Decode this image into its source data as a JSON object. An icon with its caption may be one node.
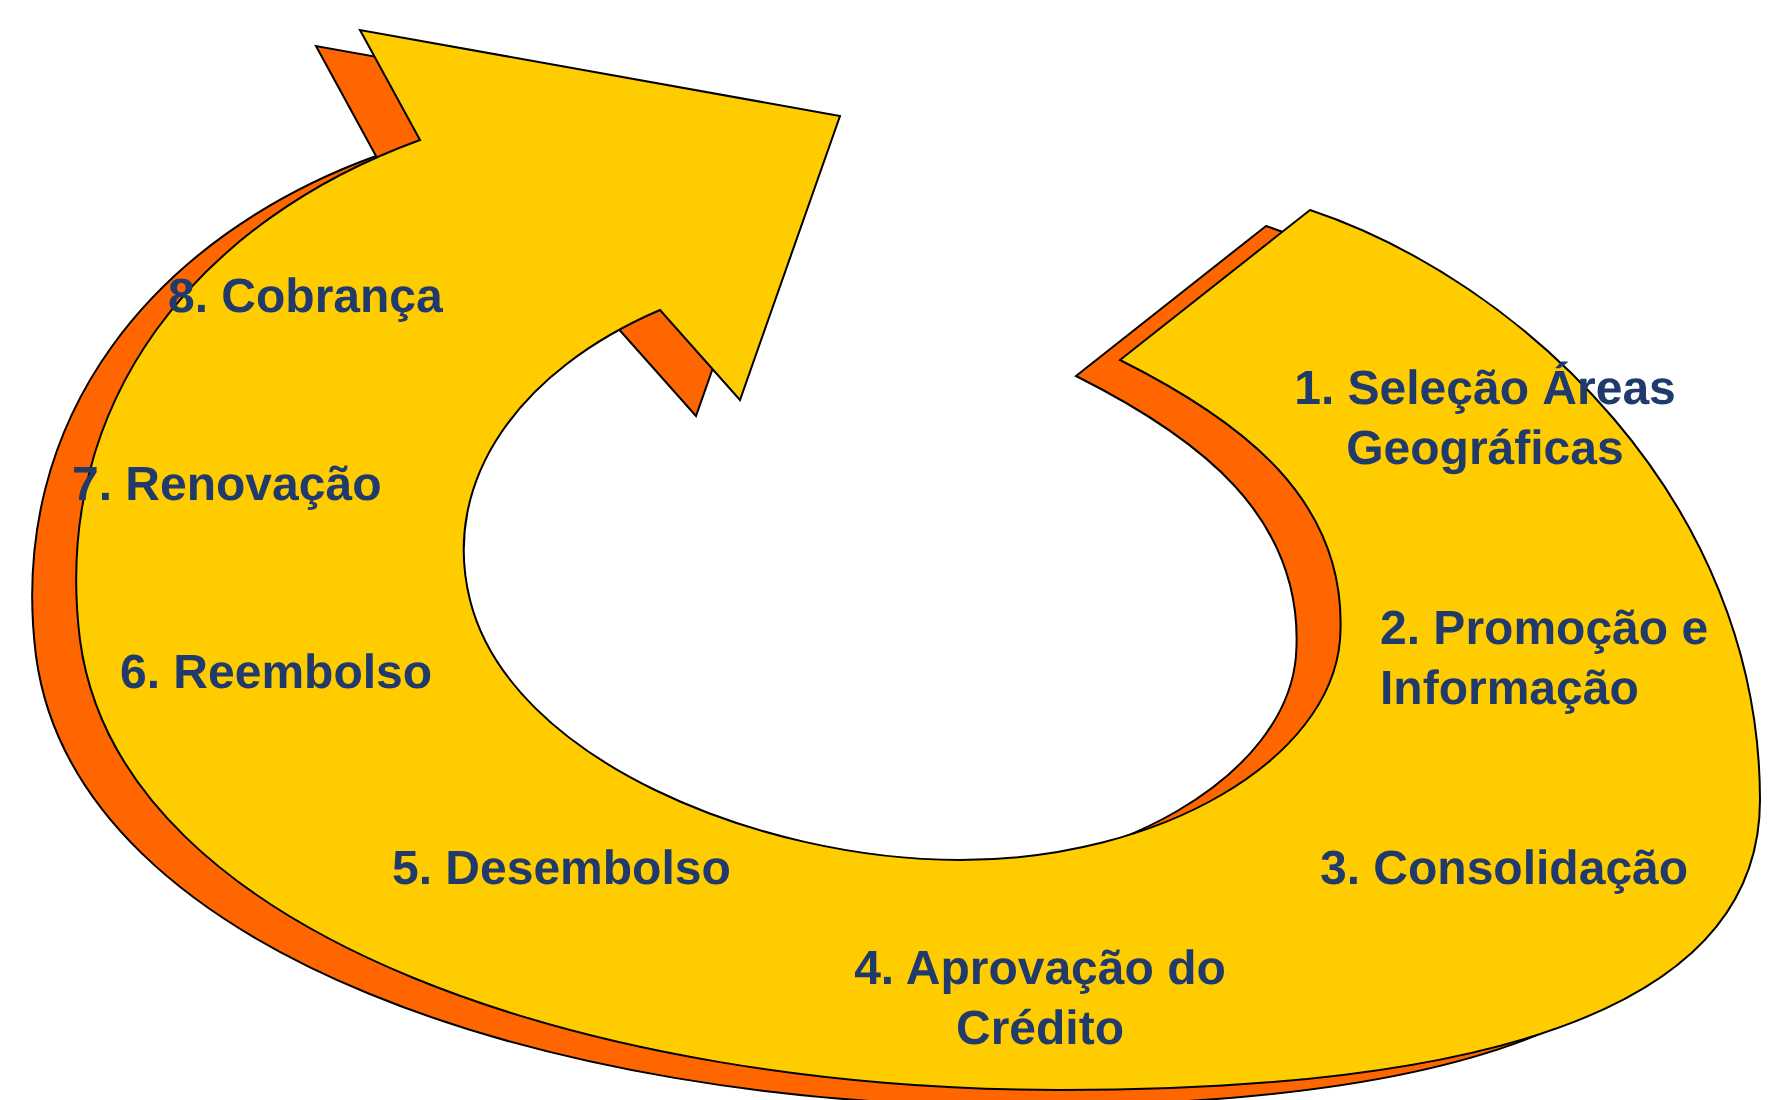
{
  "diagram": {
    "labels": [
      "1. Seleção Áreas Geográficas",
      "2. Promoção e Informação",
      "3. Consolidação",
      "4. Aprovação do Crédito",
      "5. Desembolso",
      "6. Reembolso",
      "7. Renovação",
      "8. Cobrança"
    ]
  }
}
